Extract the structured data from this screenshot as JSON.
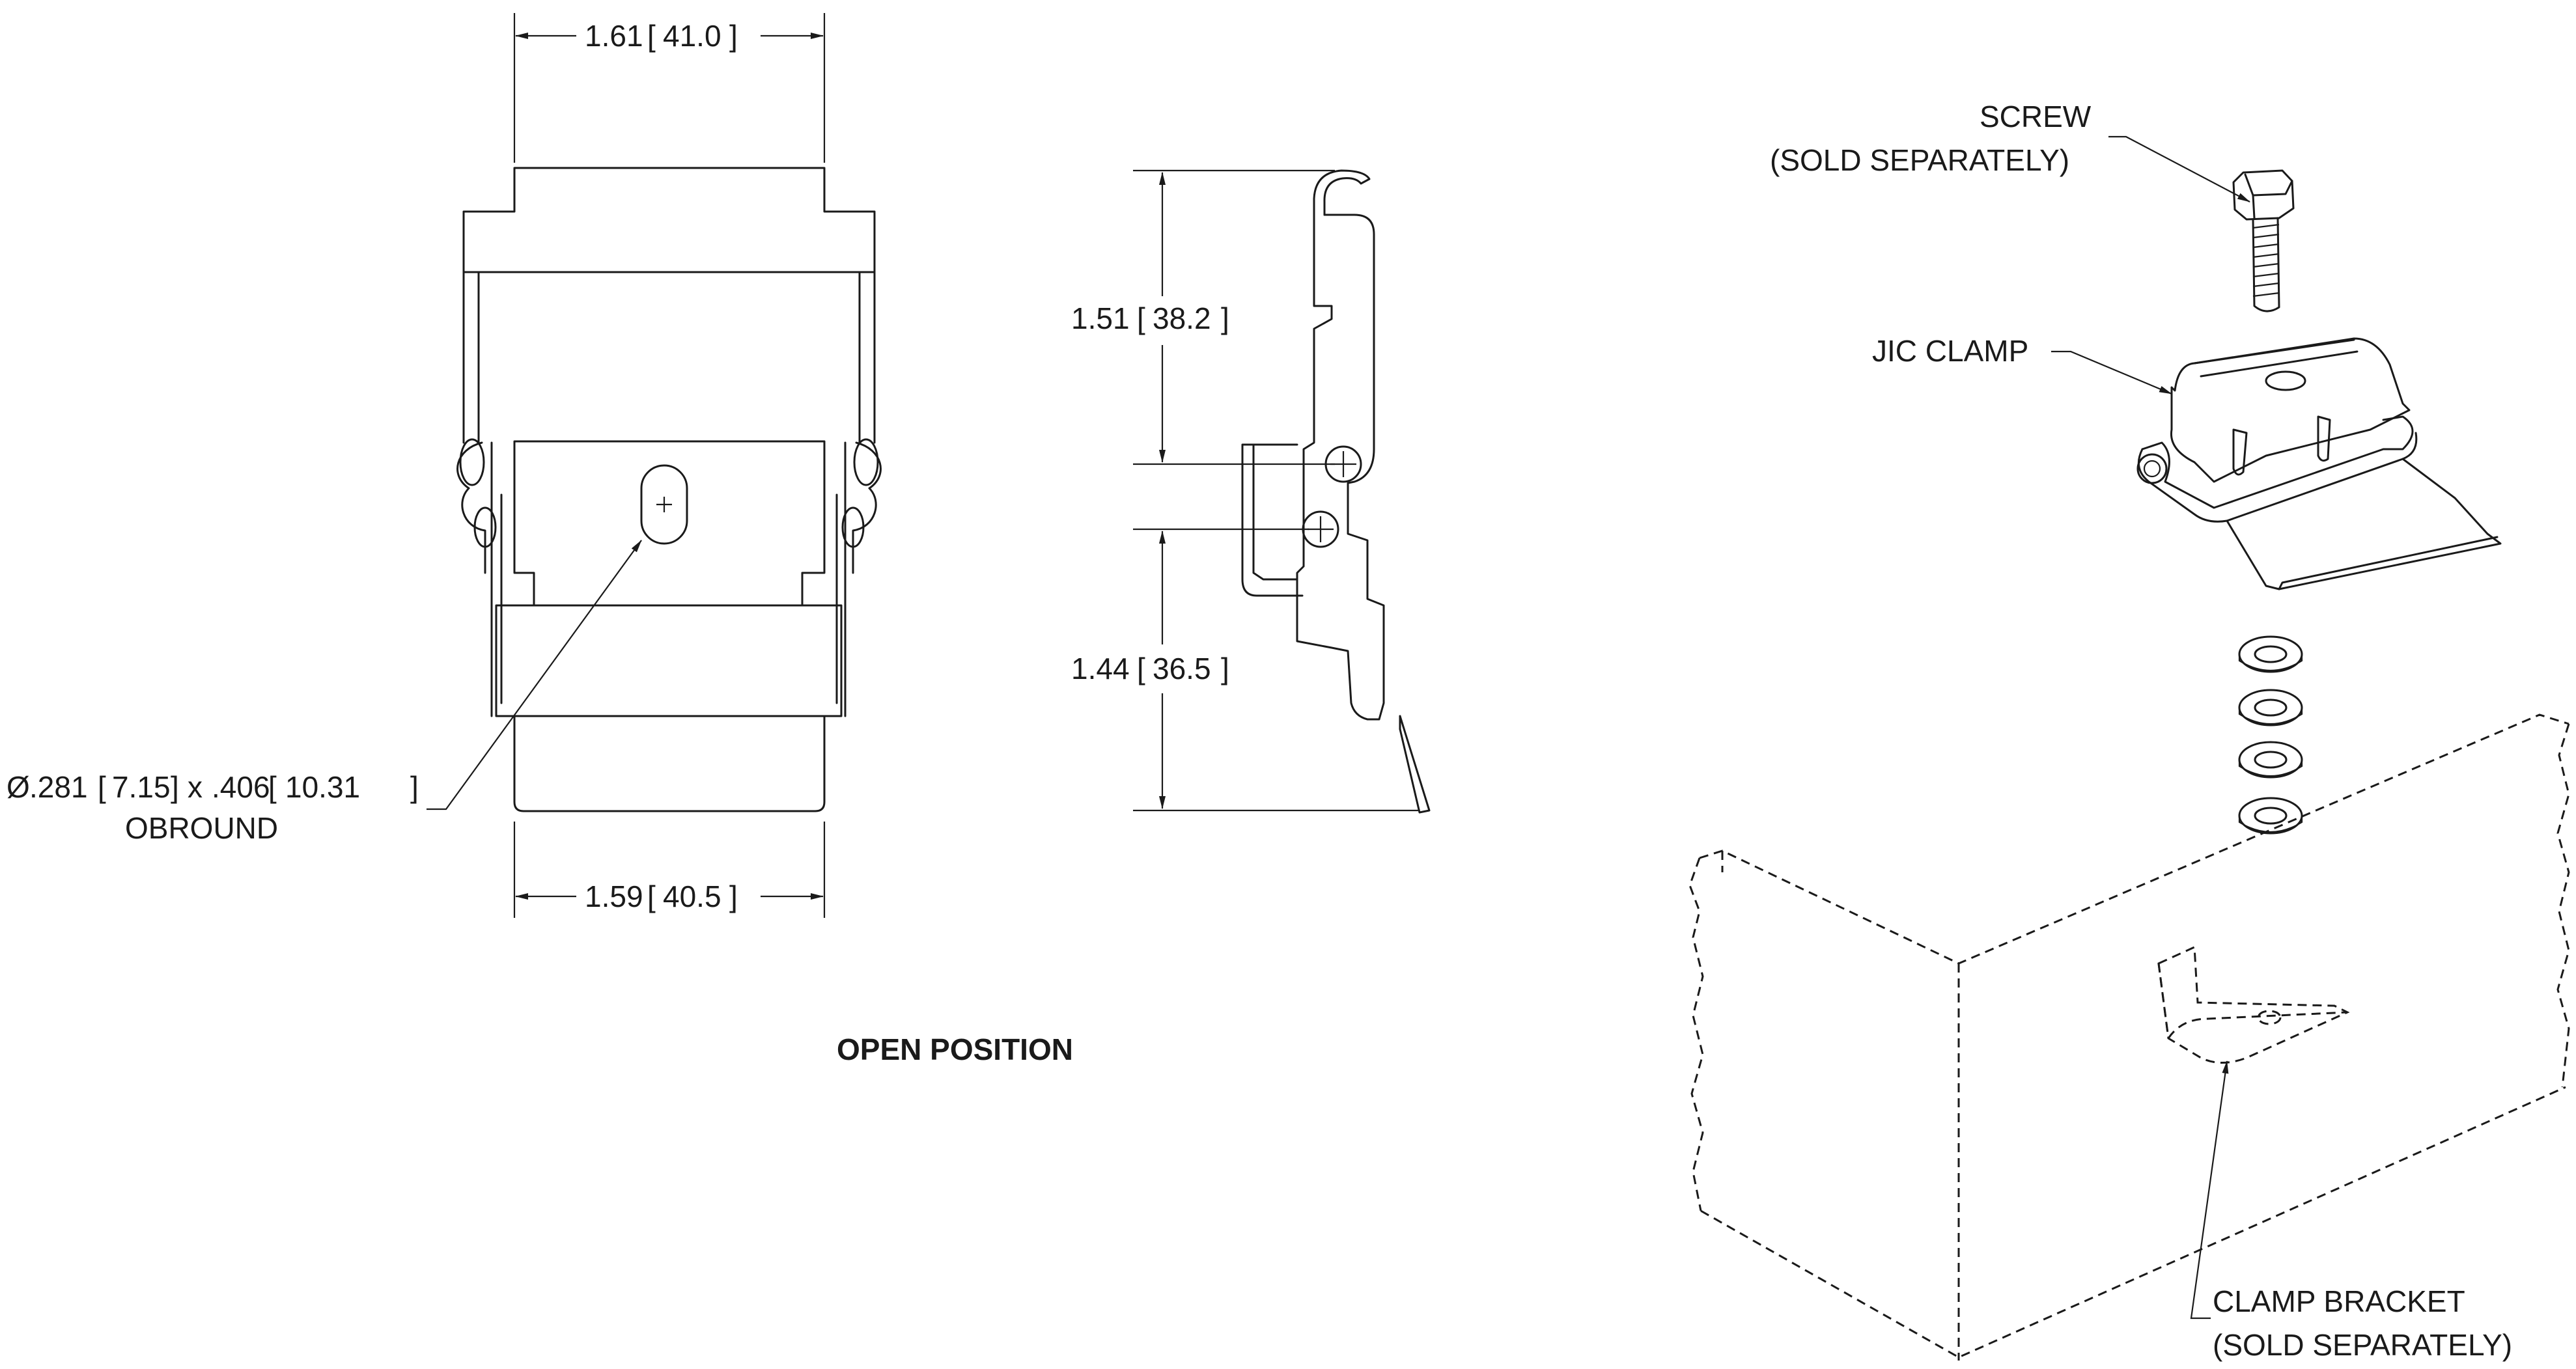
{
  "dimensions": {
    "top_width": {
      "inch": "1.61",
      "mm": "41.0"
    },
    "bottom_width": {
      "inch": "1.59",
      "mm": "40.5"
    },
    "upper_height": {
      "inch": "1.51",
      "mm": "38.2"
    },
    "lower_height": {
      "inch": "1.44",
      "mm": "36.5"
    },
    "hole_callout": {
      "diameter_symbol": "Ø",
      "diameter_inch": ".281",
      "diameter_mm": "7.15",
      "separator": "x",
      "length_inch": ".406",
      "length_mm": "10.31",
      "shape": "OBROUND"
    }
  },
  "view_caption": "OPEN POSITION",
  "parts": {
    "screw": {
      "line1": "SCREW",
      "line2": "(SOLD SEPARATELY)"
    },
    "clamp": {
      "line1": "JIC CLAMP"
    },
    "bracket": {
      "line1": "CLAMP BRACKET",
      "line2": "(SOLD SEPARATELY)"
    }
  }
}
